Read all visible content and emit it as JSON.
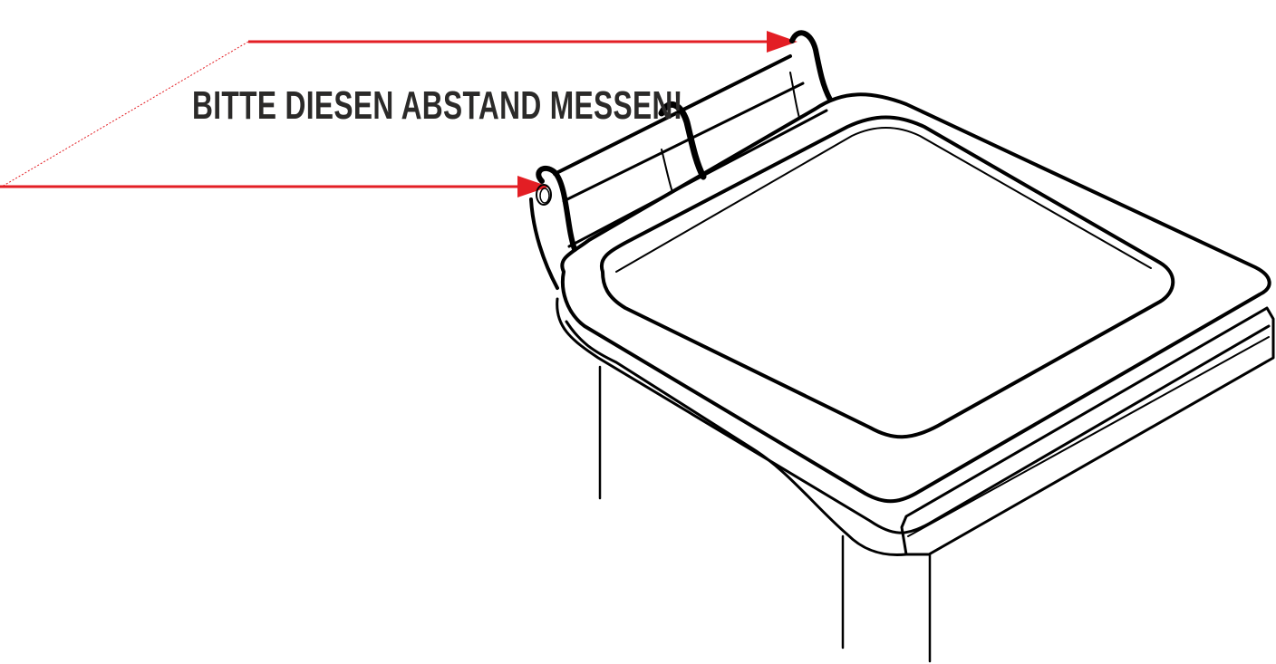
{
  "instruction": "BITTE DIESEN ABSTAND MESSEN!",
  "colors": {
    "arrow": "#e31e24",
    "outline": "#000000",
    "text": "#2b2a29"
  },
  "icons": [
    "measurement-arrow-top",
    "measurement-arrow-bottom",
    "bin-lid-illustration"
  ]
}
